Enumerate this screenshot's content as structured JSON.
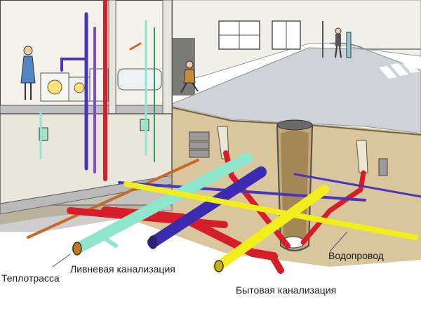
{
  "labels": {
    "heat_main": "Теплотрасса",
    "storm_sewer": "Ливневая канализация",
    "household_sewer": "Бытовая канализация",
    "water_supply": "Водопровод"
  },
  "colors": {
    "heat_main": "#c8692a",
    "storm_sewer": "#8ee6cc",
    "household_sewer": "#d61e2a",
    "water_supply": "#f2ee1c",
    "gas_or_cable": "#4a36b8",
    "soil": "#d9c69c",
    "road": "#cfd3d8",
    "building_wall": "#f3f1ea"
  }
}
